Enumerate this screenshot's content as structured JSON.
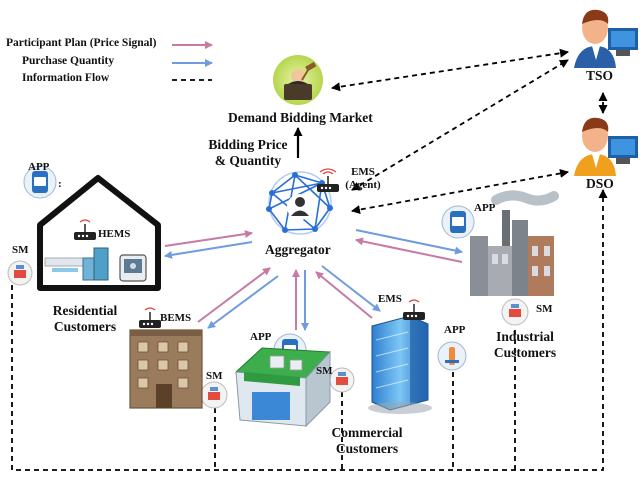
{
  "legend": {
    "items": [
      {
        "label": "Participant Plan (Price Signal)",
        "color": "#c77aa3",
        "style": "arrow"
      },
      {
        "label": "Purchase Quantity",
        "color": "#6f9be0",
        "style": "arrow"
      },
      {
        "label": "Information Flow",
        "color": "#000000",
        "style": "dashed"
      }
    ]
  },
  "nodes": {
    "market": "Demand Bidding Market",
    "bidding": [
      "Bidding Price",
      "& Quantity"
    ],
    "aggregator": "Aggregator",
    "ems_agent": [
      "EMS",
      "(Agent)"
    ],
    "tso": "TSO",
    "dso": "DSO",
    "residential": [
      "Residential",
      "Customers"
    ],
    "commercial": [
      "Commercial",
      "Customers"
    ],
    "industrial": [
      "Industrial",
      "Customers"
    ]
  },
  "device_labels": {
    "app": "APP",
    "sm": "SM",
    "hems": "HEMS",
    "bems": "BEMS",
    "ems": "EMS",
    "colon": ":"
  },
  "colors": {
    "price_signal": "#c77aa3",
    "purchase": "#6f9be0",
    "info": "#000000",
    "network": "#2a6fd6",
    "skin": "#f2b28a",
    "shirt_blue": "#2b5fa8"
  }
}
